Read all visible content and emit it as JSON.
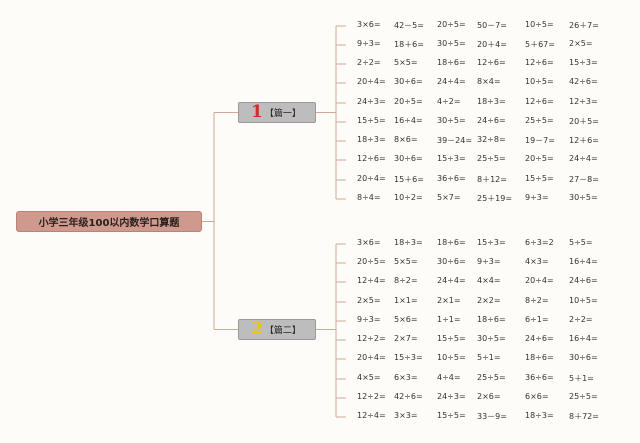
{
  "root": {
    "label": "小学三年级100以内数学口算题"
  },
  "colors": {
    "root_bg": "#cf9a8d",
    "section_bg": "#bdbdbd",
    "line": "#d4a898",
    "num1": "#d32c2c",
    "num2": "#f0c01a"
  },
  "sections": [
    {
      "number": "1",
      "label": "【篇一】",
      "rows": [
        [
          "3×6=",
          "42－5=",
          "20÷5=",
          "50－7=",
          "10÷5=",
          "26＋7="
        ],
        [
          "9÷3=",
          "18＋6=",
          "30÷5=",
          "20＋4=",
          "5＋67=",
          "2×5="
        ],
        [
          "2÷2=",
          "5×5=",
          "18÷6=",
          "12÷6=",
          "12÷6=",
          "15÷3="
        ],
        [
          "20÷4=",
          "30÷6=",
          "24÷4=",
          "8×4=",
          "10÷5=",
          "42÷6="
        ],
        [
          "24÷3=",
          "20÷5=",
          "4÷2=",
          "18÷3=",
          "12÷6=",
          "12÷3="
        ],
        [
          "15÷5=",
          "16÷4=",
          "30÷5=",
          "24÷6=",
          "25÷5=",
          "20＋5="
        ],
        [
          "18÷3=",
          "8×6=",
          "39－24=",
          "32÷8=",
          "19－7=",
          "12＋6="
        ],
        [
          "12÷6=",
          "30÷6=",
          "15÷3=",
          "25÷5=",
          "20÷5=",
          "24÷4="
        ],
        [
          "20÷4=",
          "15＋6=",
          "36÷6=",
          "8＋12=",
          "15÷5=",
          "27－8="
        ],
        [
          "8÷4=",
          "10÷2=",
          "5×7=",
          "25＋19=",
          "9÷3=",
          "30÷5="
        ]
      ]
    },
    {
      "number": "2",
      "label": "【篇二】",
      "rows": [
        [
          "3×6=",
          "18÷3=",
          "18÷6=",
          "15÷3=",
          "6÷3=2",
          "5÷5="
        ],
        [
          "20÷5=",
          "5×5=",
          "30÷6=",
          "9÷3=",
          "4×3=",
          "16÷4="
        ],
        [
          "12÷4=",
          "8÷2=",
          "24÷4=",
          "4×4=",
          "20÷4=",
          "24÷6="
        ],
        [
          "2×5=",
          "1×1=",
          "2×1=",
          "2×2=",
          "8÷2=",
          "10÷5="
        ],
        [
          "9÷3=",
          "5×6=",
          "1÷1=",
          "18÷6=",
          "6÷1=",
          "2÷2="
        ],
        [
          "12÷2=",
          "2×7=",
          "15÷5=",
          "30÷5=",
          "24÷6=",
          "16÷4="
        ],
        [
          "20÷4=",
          "15÷3=",
          "10÷5=",
          "5÷1=",
          "18÷6=",
          "30÷6="
        ],
        [
          "4×5=",
          "6×3=",
          "4÷4=",
          "25÷5=",
          "36÷6=",
          "5＋1="
        ],
        [
          "12÷2=",
          "42÷6=",
          "24÷3=",
          "2×6=",
          "6×6=",
          "25÷5="
        ],
        [
          "12÷4=",
          "3×3=",
          "15÷5=",
          "33－9=",
          "18÷3=",
          "8＋72="
        ]
      ]
    }
  ]
}
